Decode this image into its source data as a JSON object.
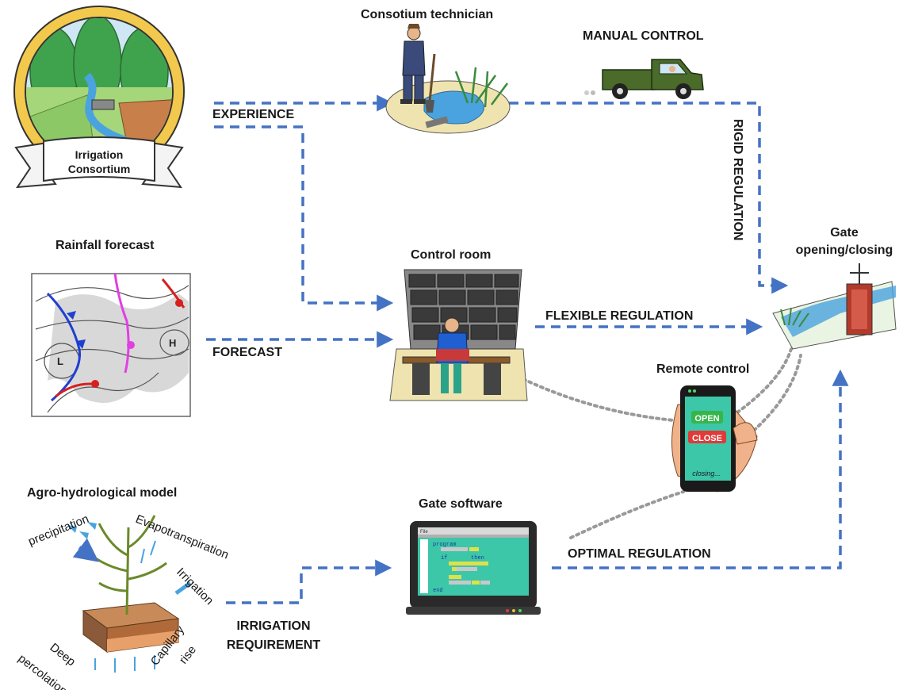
{
  "consortium": {
    "line1": "Irrigation",
    "line2": "Consortium"
  },
  "technician": {
    "title": "Consotium technician"
  },
  "manual_control": {
    "title": "MANUAL CONTROL"
  },
  "flows": {
    "experience": "EXPERIENCE",
    "forecast": "FORECAST",
    "flexible": "FLEXIBLE REGULATION",
    "rigid": "RIGID REGULATION",
    "optimal": "OPTIMAL REGULATION",
    "irrigation_req_1": "IRRIGATION",
    "irrigation_req_2": "REQUIREMENT"
  },
  "rainfall": {
    "title": "Rainfall forecast",
    "low": "L",
    "high": "H"
  },
  "control_room": {
    "title": "Control room"
  },
  "gate": {
    "line1": "Gate",
    "line2": "opening/closing"
  },
  "remote": {
    "title": "Remote control",
    "open": "OPEN",
    "close": "CLOSE",
    "status": "closing..."
  },
  "model": {
    "title": "Agro-hydrological model",
    "precipitation": "precipitation",
    "evapotranspiration": "Evapotranspiration",
    "irrigation": "Irrigation",
    "deep1": "Deep",
    "deep2": "percolation",
    "cap1": "Capillary",
    "cap2": "rise"
  },
  "software": {
    "title": "Gate software",
    "menu": "File",
    "code": [
      "program",
      "if",
      "then",
      "end"
    ]
  },
  "colors": {
    "flow_arrow": "#4472c4",
    "link_dotted": "#999999",
    "screen": "#3cc7a9"
  }
}
